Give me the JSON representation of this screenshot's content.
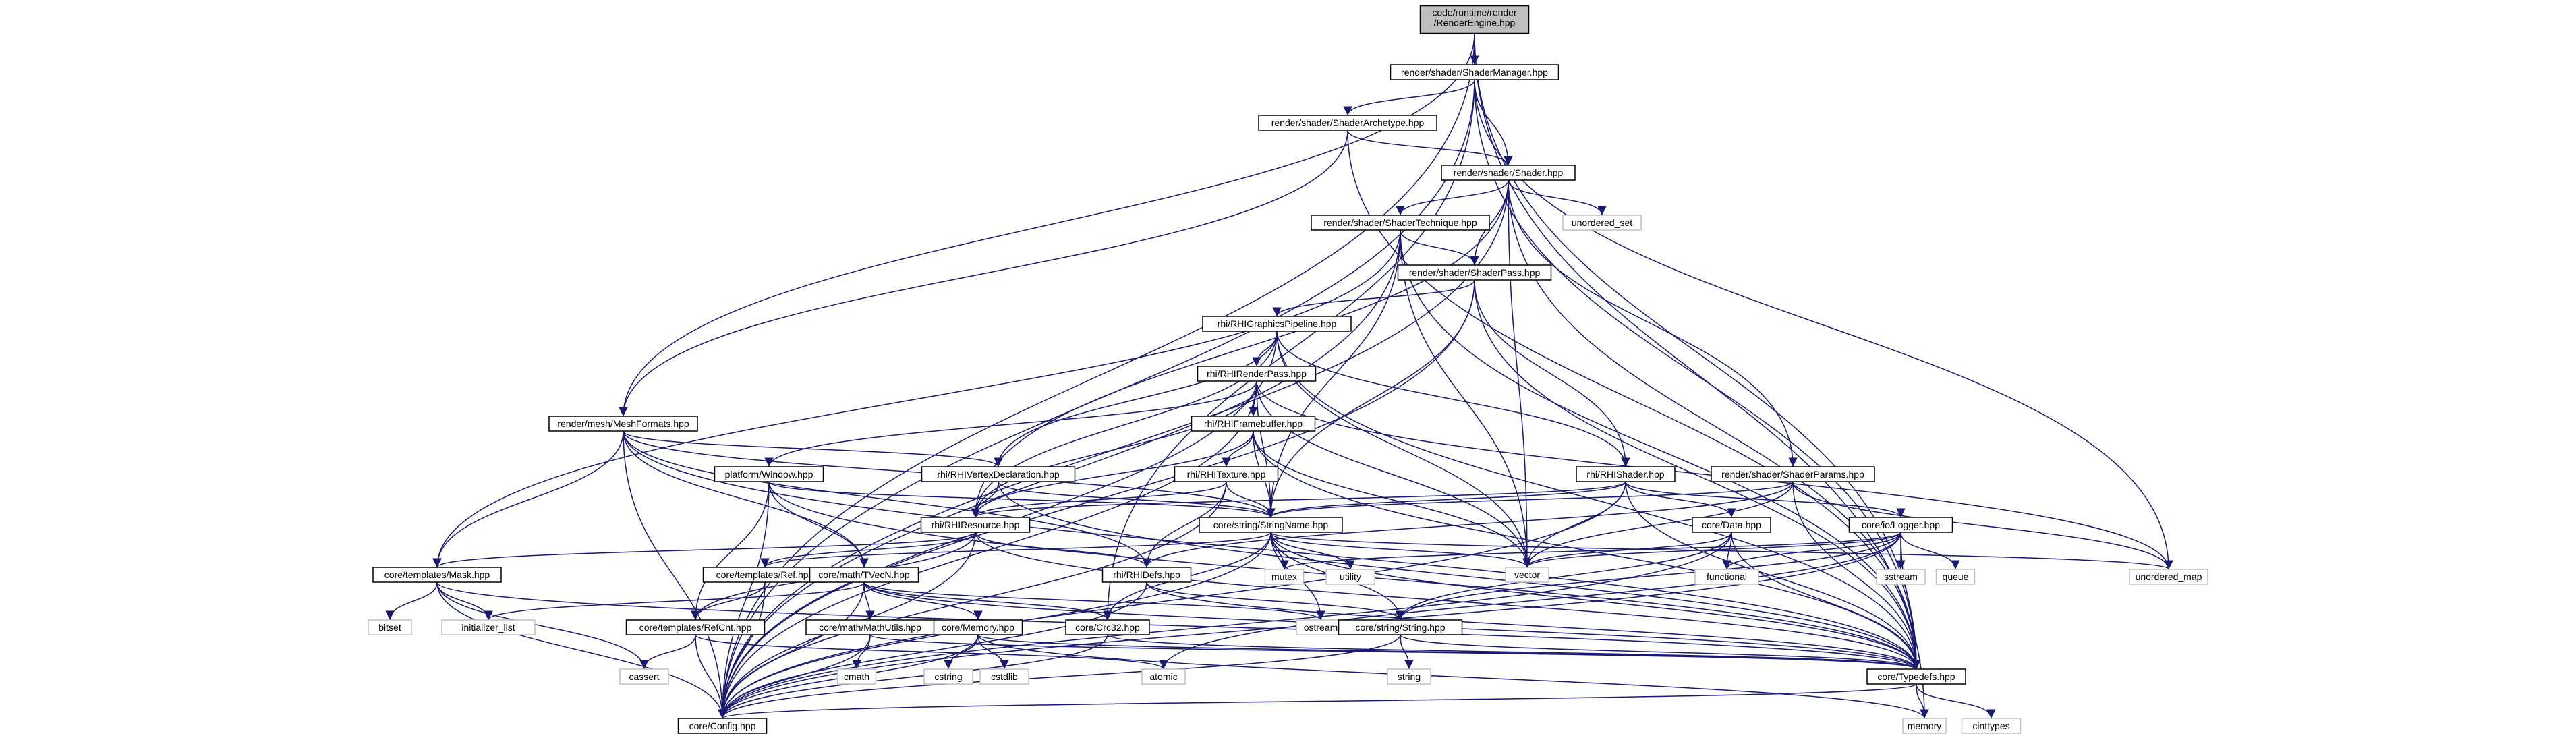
{
  "colors": {
    "edge": "#191970",
    "node_border": "#000000",
    "ext_border": "#bfbfbf",
    "root_fill": "#bfbfbf",
    "background": "#ffffff"
  },
  "nodes": [
    {
      "id": "root",
      "label": [
        "code/runtime/render",
        "/RenderEngine.hpp"
      ],
      "kind": "root"
    },
    {
      "id": "shadermgr",
      "label": [
        "render/shader/ShaderManager.hpp"
      ],
      "kind": "file"
    },
    {
      "id": "archetype",
      "label": [
        "render/shader/ShaderArchetype.hpp"
      ],
      "kind": "file"
    },
    {
      "id": "shader",
      "label": [
        "render/shader/Shader.hpp"
      ],
      "kind": "file"
    },
    {
      "id": "unordered_set",
      "label": [
        "unordered_set"
      ],
      "kind": "ext"
    },
    {
      "id": "technique",
      "label": [
        "render/shader/ShaderTechnique.hpp"
      ],
      "kind": "file"
    },
    {
      "id": "pass",
      "label": [
        "render/shader/ShaderPass.hpp"
      ],
      "kind": "file"
    },
    {
      "id": "gfxpipe",
      "label": [
        "rhi/RHIGraphicsPipeline.hpp"
      ],
      "kind": "file"
    },
    {
      "id": "renderpass",
      "label": [
        "rhi/RHIRenderPass.hpp"
      ],
      "kind": "file"
    },
    {
      "id": "meshformats",
      "label": [
        "render/mesh/MeshFormats.hpp"
      ],
      "kind": "file"
    },
    {
      "id": "framebuffer",
      "label": [
        "rhi/RHIFramebuffer.hpp"
      ],
      "kind": "file"
    },
    {
      "id": "window",
      "label": [
        "platform/Window.hpp"
      ],
      "kind": "file"
    },
    {
      "id": "vertexdecl",
      "label": [
        "rhi/RHIVertexDeclaration.hpp"
      ],
      "kind": "file"
    },
    {
      "id": "rhitexture",
      "label": [
        "rhi/RHITexture.hpp"
      ],
      "kind": "file"
    },
    {
      "id": "rhishader",
      "label": [
        "rhi/RHIShader.hpp"
      ],
      "kind": "file"
    },
    {
      "id": "shaderparams",
      "label": [
        "render/shader/ShaderParams.hpp"
      ],
      "kind": "file"
    },
    {
      "id": "rhiresource",
      "label": [
        "rhi/RHIResource.hpp"
      ],
      "kind": "file"
    },
    {
      "id": "stringname",
      "label": [
        "core/string/StringName.hpp"
      ],
      "kind": "file"
    },
    {
      "id": "data",
      "label": [
        "core/Data.hpp"
      ],
      "kind": "file"
    },
    {
      "id": "logger",
      "label": [
        "core/io/Logger.hpp"
      ],
      "kind": "file"
    },
    {
      "id": "mask",
      "label": [
        "core/templates/Mask.hpp"
      ],
      "kind": "file"
    },
    {
      "id": "ref",
      "label": [
        "core/templates/Ref.hpp"
      ],
      "kind": "file"
    },
    {
      "id": "tvecn",
      "label": [
        "core/math/TVecN.hpp"
      ],
      "kind": "file"
    },
    {
      "id": "rhidefs",
      "label": [
        "rhi/RHIDefs.hpp"
      ],
      "kind": "file"
    },
    {
      "id": "mutex",
      "label": [
        "mutex"
      ],
      "kind": "ext"
    },
    {
      "id": "utility",
      "label": [
        "utility"
      ],
      "kind": "ext"
    },
    {
      "id": "vector",
      "label": [
        "vector"
      ],
      "kind": "ext"
    },
    {
      "id": "functional",
      "label": [
        "functional"
      ],
      "kind": "ext"
    },
    {
      "id": "sstream",
      "label": [
        "sstream"
      ],
      "kind": "ext"
    },
    {
      "id": "queue",
      "label": [
        "queue"
      ],
      "kind": "ext"
    },
    {
      "id": "unordered_map",
      "label": [
        "unordered_map"
      ],
      "kind": "ext"
    },
    {
      "id": "bitset",
      "label": [
        "bitset"
      ],
      "kind": "ext"
    },
    {
      "id": "initializer_list",
      "label": [
        "initializer_list"
      ],
      "kind": "ext"
    },
    {
      "id": "refcnt",
      "label": [
        "core/templates/RefCnt.hpp"
      ],
      "kind": "file"
    },
    {
      "id": "mathutils",
      "label": [
        "core/math/MathUtils.hpp"
      ],
      "kind": "file"
    },
    {
      "id": "memoryhpp",
      "label": [
        "core/Memory.hpp"
      ],
      "kind": "file"
    },
    {
      "id": "crc32",
      "label": [
        "core/Crc32.hpp"
      ],
      "kind": "file"
    },
    {
      "id": "ostream",
      "label": [
        "ostream"
      ],
      "kind": "ext"
    },
    {
      "id": "stringhpp",
      "label": [
        "core/string/String.hpp"
      ],
      "kind": "file"
    },
    {
      "id": "cassert",
      "label": [
        "cassert"
      ],
      "kind": "ext"
    },
    {
      "id": "cmath",
      "label": [
        "cmath"
      ],
      "kind": "ext"
    },
    {
      "id": "cstring",
      "label": [
        "cstring"
      ],
      "kind": "ext"
    },
    {
      "id": "cstdlib",
      "label": [
        "cstdlib"
      ],
      "kind": "ext"
    },
    {
      "id": "atomic",
      "label": [
        "atomic"
      ],
      "kind": "ext"
    },
    {
      "id": "string",
      "label": [
        "string"
      ],
      "kind": "ext"
    },
    {
      "id": "typedefs",
      "label": [
        "core/Typedefs.hpp"
      ],
      "kind": "file"
    },
    {
      "id": "config",
      "label": [
        "core/Config.hpp"
      ],
      "kind": "file"
    },
    {
      "id": "memory",
      "label": [
        "memory"
      ],
      "kind": "ext"
    },
    {
      "id": "cinttypes",
      "label": [
        "cinttypes"
      ],
      "kind": "ext"
    }
  ],
  "edges": [
    [
      "root",
      "shadermgr"
    ],
    [
      "root",
      "meshformats"
    ],
    [
      "root",
      "typedefs"
    ],
    [
      "root",
      "config"
    ],
    [
      "root",
      "memory"
    ],
    [
      "shadermgr",
      "archetype"
    ],
    [
      "shadermgr",
      "shader"
    ],
    [
      "shadermgr",
      "unordered_map"
    ],
    [
      "shadermgr",
      "typedefs"
    ],
    [
      "shadermgr",
      "config"
    ],
    [
      "shadermgr",
      "crc32"
    ],
    [
      "archetype",
      "shader"
    ],
    [
      "archetype",
      "meshformats"
    ],
    [
      "archetype",
      "typedefs"
    ],
    [
      "shader",
      "technique"
    ],
    [
      "shader",
      "pass"
    ],
    [
      "shader",
      "unordered_set"
    ],
    [
      "shader",
      "shaderparams"
    ],
    [
      "shader",
      "vector"
    ],
    [
      "shader",
      "typedefs"
    ],
    [
      "shader",
      "config"
    ],
    [
      "shader",
      "rhiresource"
    ],
    [
      "technique",
      "pass"
    ],
    [
      "technique",
      "stringname"
    ],
    [
      "technique",
      "vector"
    ],
    [
      "technique",
      "mask"
    ],
    [
      "technique",
      "typedefs"
    ],
    [
      "technique",
      "config"
    ],
    [
      "pass",
      "gfxpipe"
    ],
    [
      "pass",
      "rhishader"
    ],
    [
      "pass",
      "stringname"
    ],
    [
      "pass",
      "typedefs"
    ],
    [
      "pass",
      "config"
    ],
    [
      "gfxpipe",
      "renderpass"
    ],
    [
      "gfxpipe",
      "vertexdecl"
    ],
    [
      "gfxpipe",
      "rhishader"
    ],
    [
      "gfxpipe",
      "rhiresource"
    ],
    [
      "gfxpipe",
      "vector"
    ],
    [
      "gfxpipe",
      "typedefs"
    ],
    [
      "gfxpipe",
      "config"
    ],
    [
      "renderpass",
      "framebuffer"
    ],
    [
      "renderpass",
      "rhiresource"
    ],
    [
      "renderpass",
      "window"
    ],
    [
      "renderpass",
      "stringname"
    ],
    [
      "renderpass",
      "vector"
    ],
    [
      "renderpass",
      "config"
    ],
    [
      "renderpass",
      "unordered_map"
    ],
    [
      "meshformats",
      "vertexdecl"
    ],
    [
      "meshformats",
      "mask"
    ],
    [
      "meshformats",
      "rhidefs"
    ],
    [
      "meshformats",
      "typedefs"
    ],
    [
      "meshformats",
      "config"
    ],
    [
      "meshformats",
      "stringname"
    ],
    [
      "meshformats",
      "tvecn"
    ],
    [
      "framebuffer",
      "rhitexture"
    ],
    [
      "framebuffer",
      "rhiresource"
    ],
    [
      "framebuffer",
      "stringname"
    ],
    [
      "framebuffer",
      "vector"
    ],
    [
      "framebuffer",
      "typedefs"
    ],
    [
      "window",
      "stringname"
    ],
    [
      "window",
      "refcnt"
    ],
    [
      "window",
      "tvecn"
    ],
    [
      "window",
      "config"
    ],
    [
      "window",
      "typedefs"
    ],
    [
      "vertexdecl",
      "rhiresource"
    ],
    [
      "vertexdecl",
      "stringname"
    ],
    [
      "vertexdecl",
      "typedefs"
    ],
    [
      "rhitexture",
      "rhiresource"
    ],
    [
      "rhitexture",
      "stringname"
    ],
    [
      "rhitexture",
      "rhidefs"
    ],
    [
      "rhitexture",
      "config"
    ],
    [
      "rhishader",
      "rhiresource"
    ],
    [
      "rhishader",
      "data"
    ],
    [
      "rhishader",
      "logger"
    ],
    [
      "rhishader",
      "vector"
    ],
    [
      "rhishader",
      "typedefs"
    ],
    [
      "rhishader",
      "config"
    ],
    [
      "rhishader",
      "stringname"
    ],
    [
      "shaderparams",
      "stringname"
    ],
    [
      "shaderparams",
      "rhidefs"
    ],
    [
      "shaderparams",
      "vector"
    ],
    [
      "shaderparams",
      "unordered_map"
    ],
    [
      "shaderparams",
      "typedefs"
    ],
    [
      "rhiresource",
      "ref"
    ],
    [
      "rhiresource",
      "refcnt"
    ],
    [
      "rhiresource",
      "rhidefs"
    ],
    [
      "rhiresource",
      "mask"
    ],
    [
      "rhiresource",
      "typedefs"
    ],
    [
      "rhiresource",
      "config"
    ],
    [
      "stringname",
      "stringhpp"
    ],
    [
      "stringname",
      "mutex"
    ],
    [
      "stringname",
      "utility"
    ],
    [
      "stringname",
      "vector"
    ],
    [
      "stringname",
      "unordered_map"
    ],
    [
      "stringname",
      "typedefs"
    ],
    [
      "stringname",
      "crc32"
    ],
    [
      "stringname",
      "ostream"
    ],
    [
      "stringname",
      "ref"
    ],
    [
      "stringname",
      "config"
    ],
    [
      "data",
      "stringhpp"
    ],
    [
      "data",
      "functional"
    ],
    [
      "data",
      "vector"
    ],
    [
      "data",
      "typedefs"
    ],
    [
      "data",
      "config"
    ],
    [
      "logger",
      "stringhpp"
    ],
    [
      "logger",
      "vector"
    ],
    [
      "logger",
      "sstream"
    ],
    [
      "logger",
      "queue"
    ],
    [
      "logger",
      "functional"
    ],
    [
      "logger",
      "mutex"
    ],
    [
      "logger",
      "atomic"
    ],
    [
      "logger",
      "typedefs"
    ],
    [
      "logger",
      "config"
    ],
    [
      "mask",
      "bitset"
    ],
    [
      "mask",
      "initializer_list"
    ],
    [
      "mask",
      "cassert"
    ],
    [
      "mask",
      "typedefs"
    ],
    [
      "mask",
      "config"
    ],
    [
      "ref",
      "refcnt"
    ],
    [
      "ref",
      "config"
    ],
    [
      "tvecn",
      "mathutils"
    ],
    [
      "tvecn",
      "memoryhpp"
    ],
    [
      "tvecn",
      "crc32"
    ],
    [
      "tvecn",
      "initializer_list"
    ],
    [
      "tvecn",
      "ostream"
    ],
    [
      "tvecn",
      "typedefs"
    ],
    [
      "tvecn",
      "config"
    ],
    [
      "rhidefs",
      "stringhpp"
    ],
    [
      "rhidefs",
      "typedefs"
    ],
    [
      "rhidefs",
      "config"
    ],
    [
      "refcnt",
      "cassert"
    ],
    [
      "refcnt",
      "atomic"
    ],
    [
      "refcnt",
      "config"
    ],
    [
      "mathutils",
      "cmath"
    ],
    [
      "mathutils",
      "typedefs"
    ],
    [
      "mathutils",
      "config"
    ],
    [
      "memoryhpp",
      "cstring"
    ],
    [
      "memoryhpp",
      "cstdlib"
    ],
    [
      "memoryhpp",
      "memory"
    ],
    [
      "memoryhpp",
      "typedefs"
    ],
    [
      "memoryhpp",
      "config"
    ],
    [
      "crc32",
      "typedefs"
    ],
    [
      "crc32",
      "config"
    ],
    [
      "stringhpp",
      "string"
    ],
    [
      "stringhpp",
      "typedefs"
    ],
    [
      "stringhpp",
      "config"
    ],
    [
      "typedefs",
      "memory"
    ],
    [
      "typedefs",
      "cinttypes"
    ],
    [
      "typedefs",
      "config"
    ]
  ]
}
